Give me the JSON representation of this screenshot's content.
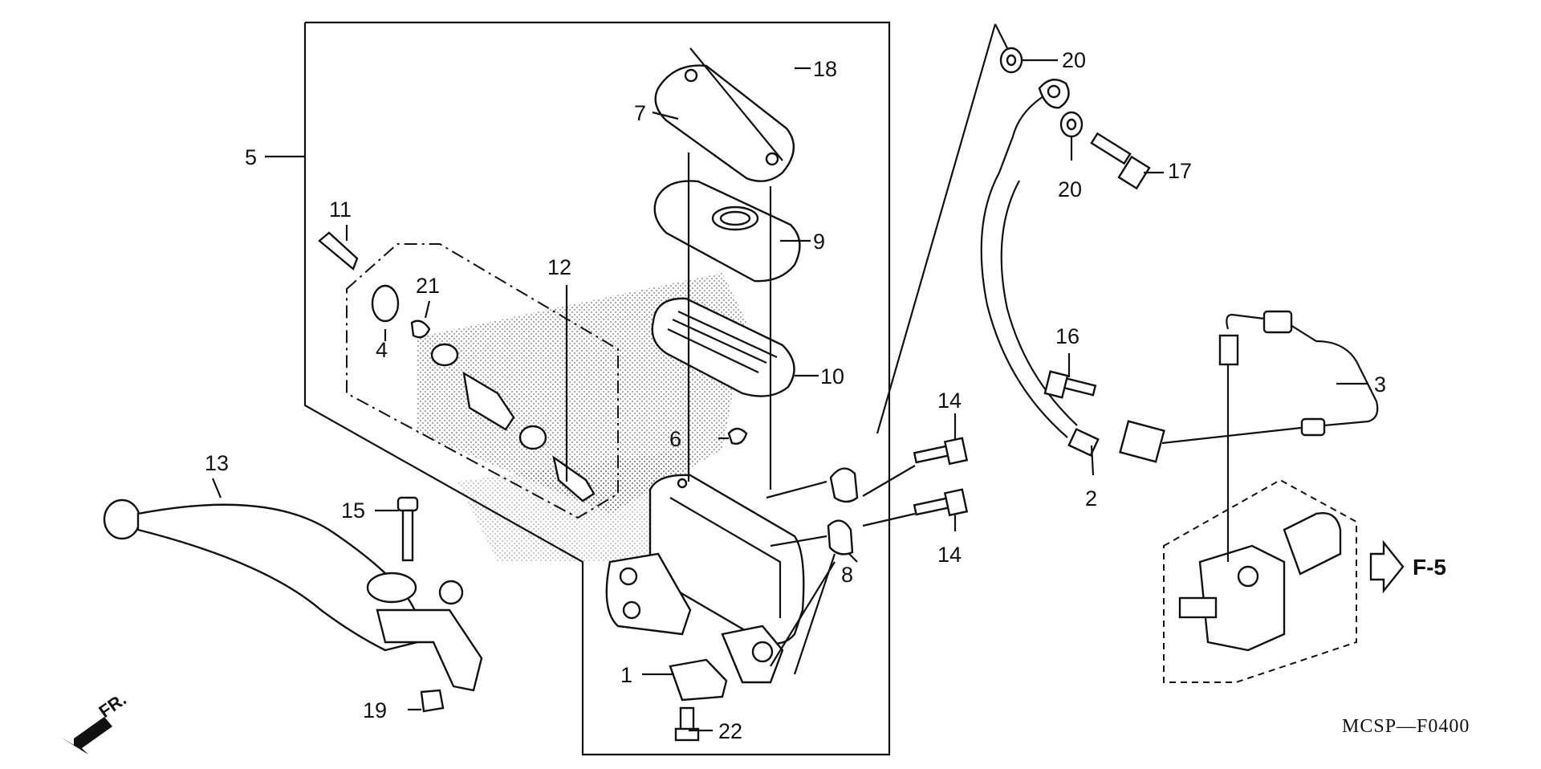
{
  "diagram": {
    "diagram_code": "MCSP—F0400",
    "ref_page": "F-5",
    "direction_marker": "FR.",
    "labels": {
      "p1": "1",
      "p2": "2",
      "p3": "3",
      "p4": "4",
      "p5": "5",
      "p6": "6",
      "p7": "7",
      "p8": "8",
      "p9": "9",
      "p10": "10",
      "p11": "11",
      "p12": "12",
      "p13": "13",
      "p14a": "14",
      "p14b": "14",
      "p15": "15",
      "p16": "16",
      "p17": "17",
      "p18": "18",
      "p19": "19",
      "p20a": "20",
      "p20b": "20",
      "p21": "21",
      "p22": "22"
    }
  }
}
